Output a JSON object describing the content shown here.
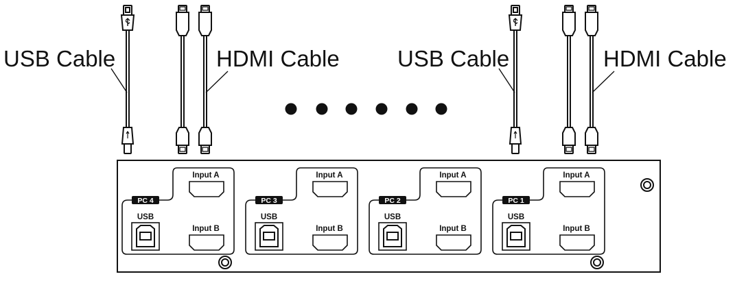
{
  "labels": {
    "usb_cable": "USB Cable",
    "hdmi_cable": "HDMI Cable",
    "input_a": "Input A",
    "input_b": "Input B",
    "usb": "USB"
  },
  "callouts": [
    {
      "text": "USB Cable"
    },
    {
      "text": "HDMI Cable"
    },
    {
      "text": "USB Cable"
    },
    {
      "text": "HDMI Cable"
    }
  ],
  "ports": [
    {
      "pc": "PC 4",
      "usb": "USB",
      "input_a": "Input A",
      "input_b": "Input B"
    },
    {
      "pc": "PC 3",
      "usb": "USB",
      "input_a": "Input A",
      "input_b": "Input B"
    },
    {
      "pc": "PC 2",
      "usb": "USB",
      "input_a": "Input A",
      "input_b": "Input B"
    },
    {
      "pc": "PC 1",
      "usb": "USB",
      "input_a": "Input A",
      "input_b": "Input B"
    }
  ],
  "ellipsis_dots": 6,
  "colors": {
    "line": "#111111",
    "background": "#ffffff"
  }
}
